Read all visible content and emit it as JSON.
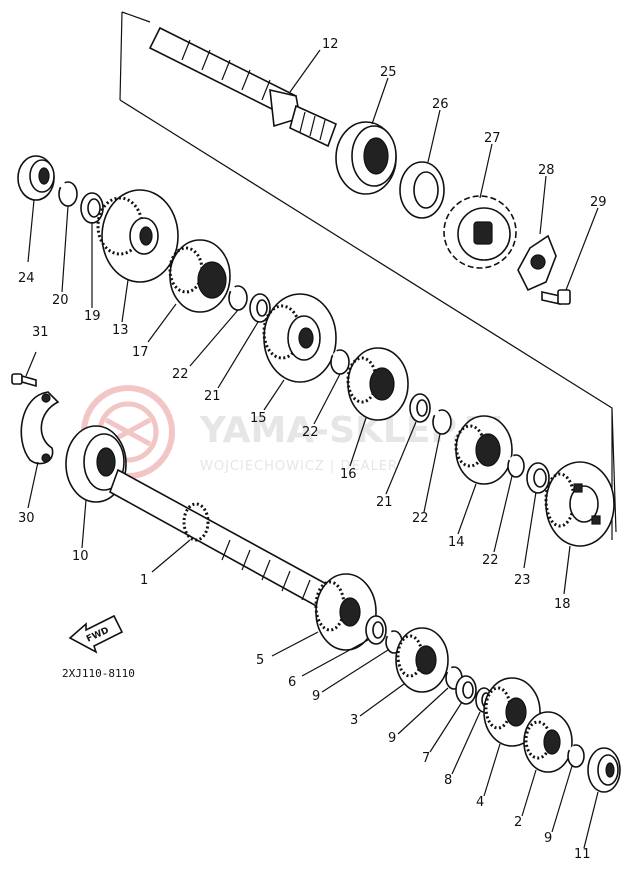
{
  "watermark": {
    "brand": "YAMA-SKLEP.PL",
    "subtitle": "WOJCIECHOWICZ | DEALER"
  },
  "fwd_label": "FWD",
  "diagram_code": "2XJ110-8110",
  "callouts": [
    {
      "id": "c12",
      "text": "12"
    },
    {
      "id": "c25",
      "text": "25"
    },
    {
      "id": "c26",
      "text": "26"
    },
    {
      "id": "c27",
      "text": "27"
    },
    {
      "id": "c28",
      "text": "28"
    },
    {
      "id": "c29",
      "text": "29"
    },
    {
      "id": "c24",
      "text": "24"
    },
    {
      "id": "c20",
      "text": "20"
    },
    {
      "id": "c19",
      "text": "19"
    },
    {
      "id": "c13",
      "text": "13"
    },
    {
      "id": "c17",
      "text": "17"
    },
    {
      "id": "c22a",
      "text": "22"
    },
    {
      "id": "c21a",
      "text": "21"
    },
    {
      "id": "c15",
      "text": "15"
    },
    {
      "id": "c22b",
      "text": "22"
    },
    {
      "id": "c16",
      "text": "16"
    },
    {
      "id": "c21b",
      "text": "21"
    },
    {
      "id": "c22c",
      "text": "22"
    },
    {
      "id": "c14",
      "text": "14"
    },
    {
      "id": "c22d",
      "text": "22"
    },
    {
      "id": "c23",
      "text": "23"
    },
    {
      "id": "c18",
      "text": "18"
    },
    {
      "id": "c31",
      "text": "31"
    },
    {
      "id": "c30",
      "text": "30"
    },
    {
      "id": "c10",
      "text": "10"
    },
    {
      "id": "c1",
      "text": "1"
    },
    {
      "id": "c5",
      "text": "5"
    },
    {
      "id": "c6",
      "text": "6"
    },
    {
      "id": "c9a",
      "text": "9"
    },
    {
      "id": "c3",
      "text": "3"
    },
    {
      "id": "c9b",
      "text": "9"
    },
    {
      "id": "c7",
      "text": "7"
    },
    {
      "id": "c8",
      "text": "8"
    },
    {
      "id": "c4",
      "text": "4"
    },
    {
      "id": "c2",
      "text": "2"
    },
    {
      "id": "c9c",
      "text": "9"
    },
    {
      "id": "c11",
      "text": "11"
    }
  ]
}
